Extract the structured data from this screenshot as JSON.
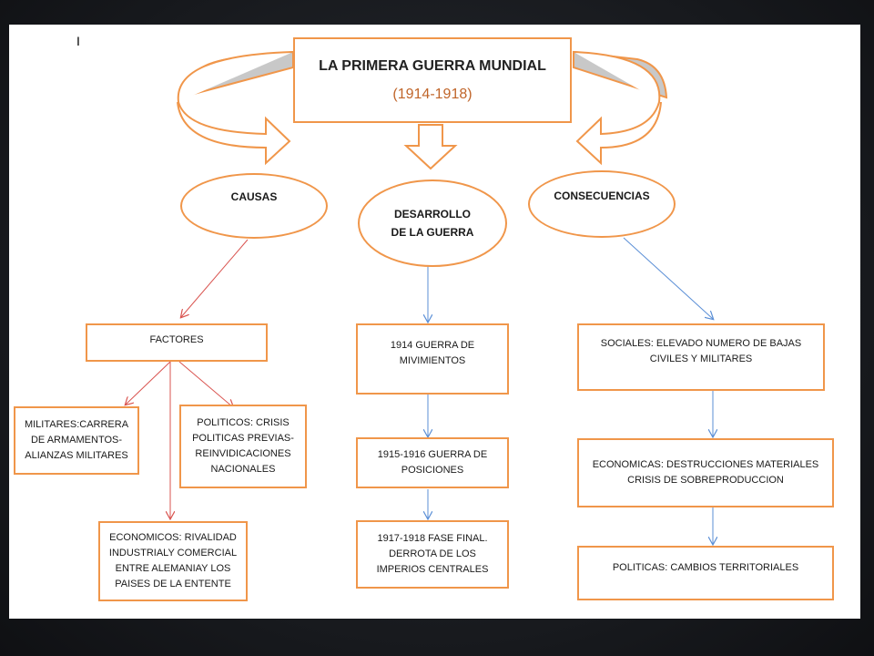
{
  "title": "LA PRIMERA GUERRA MUNDIAL",
  "years": "(1914-1918)",
  "cursor": "I",
  "ovals": {
    "causas": "CAUSAS",
    "desarrollo": "DESARROLLO\nDE LA GUERRA",
    "consecuencias": "CONSECUENCIAS"
  },
  "causas": {
    "factores": "FACTORES",
    "militares": "MILITARES:CARRERA\nDE ARMAMENTOS-\nALIANZAS MILITARES",
    "politicos": "POLITICOS: CRISIS\nPOLITICAS PREVIAS-\nREINVIDICACIONES\nNACIONALES",
    "economicos": "ECONOMICOS: RIVALIDAD\nINDUSTRIALY COMERCIAL\nENTRE ALEMANIAY LOS\nPAISES DE LA ENTENTE"
  },
  "desarrollo": {
    "fase1": "1914 GUERRA DE\nMIVIMIENTOS",
    "fase2": "1915-1916 GUERRA DE\nPOSICIONES",
    "fase3": "1917-1918 FASE FINAL.\nDERROTA DE LOS\nIMPERIOS CENTRALES"
  },
  "consecuencias": {
    "sociales": "SOCIALES: ELEVADO NUMERO DE BAJAS\nCIVILES Y MILITARES",
    "economicas": "ECONOMICAS: DESTRUCCIONES MATERIALES\nCRISIS DE SOBREPRODUCCION",
    "politicas": "POLITICAS: CAMBIOS TERRITORIALES"
  },
  "colors": {
    "orange": "#f0964a",
    "red_arrow": "#d9534f",
    "blue_arrow": "#5b8fd6",
    "title_years": "#c0652a"
  }
}
